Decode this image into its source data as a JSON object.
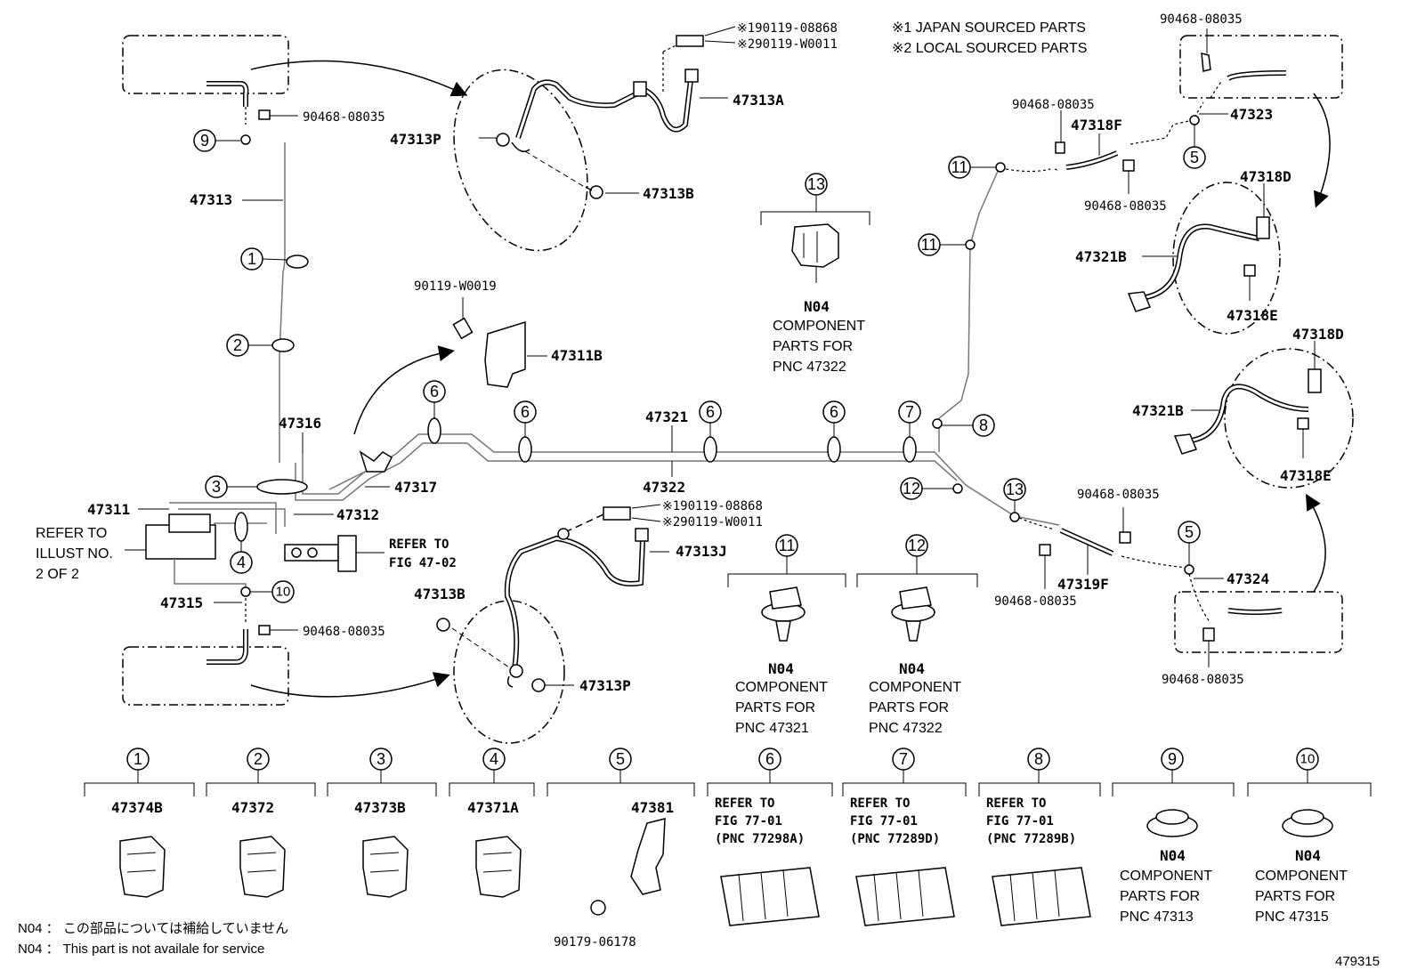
{
  "diagram_id": "479315",
  "header_notes": {
    "note1": "※1 JAPAN SOURCED PARTS",
    "note2": "※2 LOCAL SOURCED PARTS"
  },
  "parts": {
    "p47313": "47313",
    "p47313A": "47313A",
    "p47313P_top": "47313P",
    "p47313B_top": "47313B",
    "p190119_top": "※190119-08868",
    "p290119_top": "※290119-W0011",
    "p90468_top_left": "90468-08035",
    "p90119_W0019": "90119-W0019",
    "p47311B": "47311B",
    "p47316": "47316",
    "p47317": "47317",
    "p47311": "47311",
    "p47312": "47312",
    "p47315": "47315",
    "p90468_bottom_left": "90468-08035",
    "p47321": "47321",
    "p47322": "47322",
    "p190119_bottom": "※190119-08868",
    "p290119_bottom": "※290119-W0011",
    "p47313J": "47313J",
    "p47313B_bottom": "47313B",
    "p47313P_bottom": "47313P",
    "p90468_top_right": "90468-08035",
    "p47323": "47323",
    "p90468_mid_a": "90468-08035",
    "p47318F": "47318F",
    "p90468_mid_b": "90468-08035",
    "p47318D_a": "47318D",
    "p47321B_a": "47321B",
    "p47318E_a": "47318E",
    "p47318D_b": "47318D",
    "p47321B_b": "47321B",
    "p47318E_b": "47318E",
    "p90468_r3": "90468-08035",
    "p90468_r4": "90468-08035",
    "p47319F": "47319F",
    "p47324": "47324",
    "p90468_r5": "90468-08035"
  },
  "refer_left": {
    "line1": "REFER TO",
    "line2": "ILLUST NO.",
    "line3": "2 OF 2"
  },
  "refer_fig": {
    "line1": "REFER TO",
    "line2": "FIG 47-02"
  },
  "callouts": {
    "n1": "1",
    "n2": "2",
    "n3": "3",
    "n4": "4",
    "n5": "5",
    "n6": "6",
    "n7": "7",
    "n8": "8",
    "n9": "9",
    "n10": "10",
    "n11": "11",
    "n12": "12",
    "n13": "13"
  },
  "clip_13": {
    "code": "N04",
    "l1": "COMPONENT",
    "l2": "PARTS FOR",
    "l3": "PNC 47322"
  },
  "clip_11": {
    "code": "N04",
    "l1": "COMPONENT",
    "l2": "PARTS FOR",
    "l3": "PNC 47321"
  },
  "clip_12": {
    "code": "N04",
    "l1": "COMPONENT",
    "l2": "PARTS FOR",
    "l3": "PNC 47322"
  },
  "legend": [
    {
      "num": "1",
      "part": "47374B"
    },
    {
      "num": "2",
      "part": "47372"
    },
    {
      "num": "3",
      "part": "47373B"
    },
    {
      "num": "4",
      "part": "47371A"
    },
    {
      "num": "5",
      "part": "47381",
      "sub": "90179-06178"
    },
    {
      "num": "6",
      "r1": "REFER TO",
      "r2": "FIG 77-01",
      "r3": "(PNC 77298A)"
    },
    {
      "num": "7",
      "r1": "REFER TO",
      "r2": "FIG 77-01",
      "r3": "(PNC 77289D)"
    },
    {
      "num": "8",
      "r1": "REFER TO",
      "r2": "FIG 77-01",
      "r3": "(PNC 77289B)"
    },
    {
      "num": "9",
      "code": "N04",
      "l1": "COMPONENT",
      "l2": "PARTS FOR",
      "l3": "PNC 47313"
    },
    {
      "num": "10",
      "code": "N04",
      "l1": "COMPONENT",
      "l2": "PARTS FOR",
      "l3": "PNC 47315"
    }
  ],
  "footnotes": {
    "jp": "N04 ： この部品については補給していません",
    "en": "N04 ： This part is not availale for service"
  }
}
